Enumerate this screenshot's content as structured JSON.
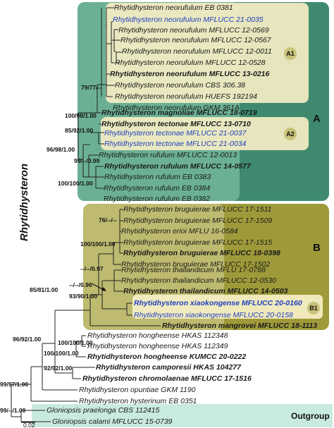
{
  "clades": {
    "A": "A",
    "A1": "A1",
    "A2": "A2",
    "B": "B",
    "B1": "B1",
    "outgroup": "Outgroup"
  },
  "genus_label": "Rhytidhysteron",
  "scale_bar": "0.02",
  "colors": {
    "clade_a": "#3f8a6f",
    "clade_b": "#9e9a3a",
    "subclade": "#f4edc3",
    "outgroup": "#c9eadf",
    "blue_taxa": "#1f3fbf"
  },
  "taxa": [
    "Rhytidhysteron neorufulum EB 0381",
    "Rhytidhysteron neorufulum MFLUCC 21-0035",
    "Rhytidhysteron neorufulum MFLUCC 12-0569",
    "Rhytidhysteron neorufulum MFLUCC 12-0567",
    "Rhytidhysteron neorufulum MFLUCC 12-0011",
    "Rhytidhysteron neorufulum MFLUCC 12-0528",
    "Rhytidhysteron neorufulum MFLUCC 13-0216",
    "Rhytidhysteron neorufulum CBS 306.38",
    "Rhytidhysteron neorufulum HUEFS 192194",
    "Rhytidhysteron neorufulum GKM 361A",
    "Rhytidhysteron magnoliae MFLUCC 18-0719",
    "Rhytidhysteron tectonae MFLUCC 13-0710",
    "Rhytidhysteron tectonae MFLUCC 21-0037",
    "Rhytidhysteron tectonae MFLUCC 21-0034",
    "Rhytidhysteron rufulum MFLUCC 12-0013",
    "Rhytidhysteron rufulum MFLUCC 14-0577",
    "Rhytidhysteron rufulum EB 0383",
    "Rhytidhysteron rufulum EB 0384",
    "Rhytidhysteron rufulum EB 0382",
    "Rhytidhysteron bruguierae MFLUCC 17-1511",
    "Rhytidhysteron bruguierae MFLUCC 17-1509",
    "Rhytidhysteron erioi MFLU 16-0584",
    "Rhytidhysteron bruguierae MFLUCC 17-1515",
    "Rhytidhysteron bruguierae MFLUCC 18-0398",
    "Rhytidhysteron bruguierae MFLUCC 17-1502",
    "Rhytidhysteron thailandicum MFLU 17-0788",
    "Rhytidhysteron thailandicum MFLUCC 12-0530",
    "Rhytidhysteron thailandicum MFLUCC 14-0503",
    "Rhytidhysteron xiaokongense MFLUCC 20-0160",
    "Rhytidhysteron xiaokongense MFLUCC 20-0158",
    "Rhytidhysteron mangrovei MFLUCC 18-1113",
    "Rhytidhysteron hongheense HKAS 112348",
    "Rhytidhysteron hongheense HKAS 112349",
    "Rhytidhysteron hongheense KUMCC 20-0222",
    "Rhytidhysteron camporesii HKAS 104277",
    "Rhytidhysteron chromolaenae MFLUCC 17-1516",
    "Rhytidhysteron opuntiae GKM 1190",
    "Rhytidhysteron hysterinum EB 0351",
    "Gloniopsis praelonga CBS 112415",
    "Gloniopsis calami MFLUCC 15-0739"
  ],
  "supports": [
    "79/77/--",
    "100/98/1.00",
    "85/92/1.00",
    "99/--/0.99",
    "96/98/1.00",
    "100/100/1.00",
    "76/--/--",
    "100/100/1.00",
    "--/--/0.97",
    "--/--/0.96",
    "93/90/1.00",
    "85/81/1.00",
    "100/100/1.00",
    "100/100/1.00",
    "96/92/1.00",
    "92/92/1.00",
    "99/97/1.00",
    "99/--/1.00"
  ]
}
